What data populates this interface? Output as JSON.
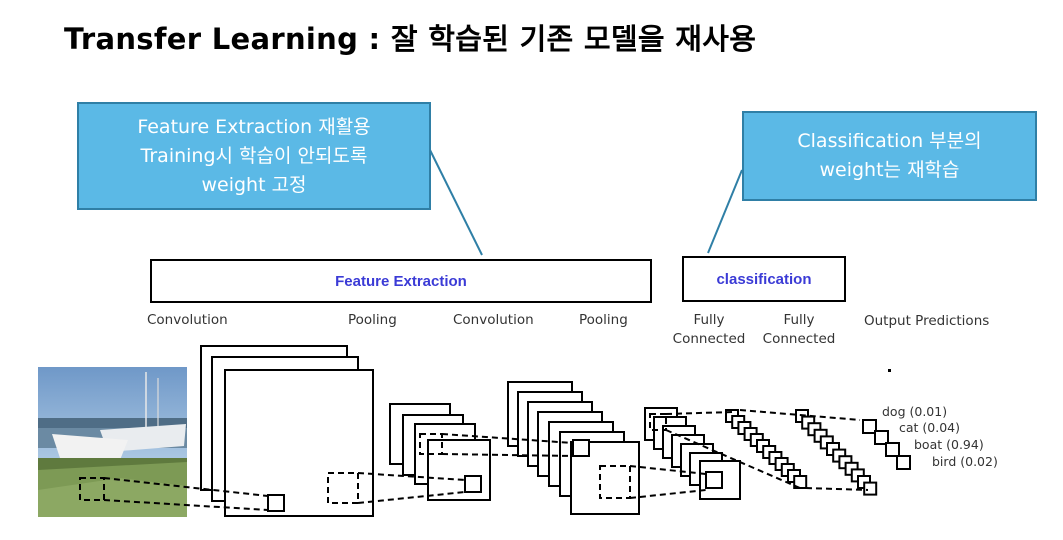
{
  "title": "Transfer Learning : 잘 학습된 기존 모델을 재사용",
  "callouts": {
    "left": [
      "Feature Extraction 재활용",
      "Training시 학습이 안되도록",
      "weight 고정"
    ],
    "right": [
      "Classification 부분의",
      "weight는 재학습"
    ]
  },
  "bands": {
    "feature": "Feature Extraction",
    "classification": "classification"
  },
  "layers": {
    "conv1": "Convolution",
    "pool1": "Pooling",
    "conv2": "Convolution",
    "pool2": "Pooling",
    "fc1": [
      "Fully",
      "Connected"
    ],
    "fc2": [
      "Fully",
      "Connected"
    ],
    "output": "Output Predictions"
  },
  "predictions": [
    "dog (0.01)",
    "cat (0.04)",
    "boat (0.94)",
    "bird (0.02)"
  ],
  "colors": {
    "callout_fill": "#5bb9e6",
    "callout_border": "#2f7fa6",
    "band_text": "#3b3bd6"
  }
}
